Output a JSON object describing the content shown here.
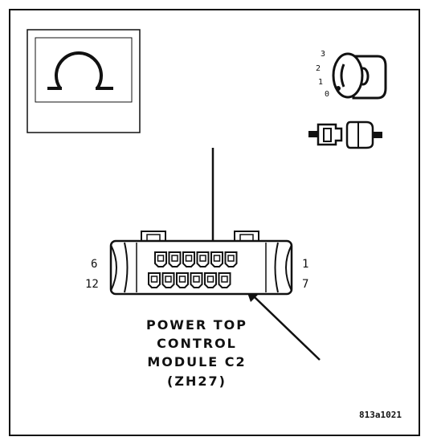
{
  "diagram": {
    "caption_lines": [
      "POWER TOP",
      "CONTROL",
      "MODULE C2",
      "(ZH27)"
    ],
    "figure_code": "813a1021",
    "connector": {
      "top_row_left_label": "6",
      "top_row_right_label": "1",
      "bottom_row_left_label": "12",
      "bottom_row_right_label": "7",
      "pin_count_top": 6,
      "pin_count_bottom": 6
    },
    "ignition_key_positions": [
      "3",
      "2",
      "1",
      "0"
    ],
    "icons": [
      "ohmmeter-icon",
      "ignition-key-icon",
      "disconnected-connector-icon"
    ],
    "colors": {
      "ink": "#111111",
      "background": "#ffffff"
    }
  }
}
